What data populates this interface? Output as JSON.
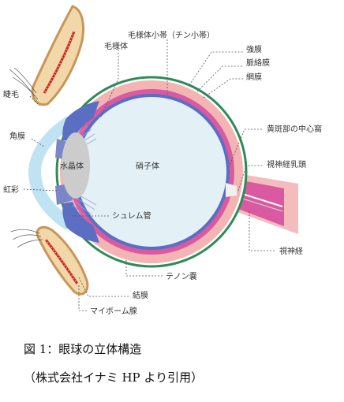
{
  "labels": {
    "zonule": "毛様体小帯（チン小帯）",
    "ciliary_body": "毛様体",
    "sclera": "強膜",
    "choroid": "脈絡膜",
    "retina": "網膜",
    "eyelash": "睫毛",
    "fovea": "黄斑部の中心窩",
    "cornea": "角膜",
    "optic_disc": "視神経乳頭",
    "lens": "水晶体",
    "vitreous": "硝子体",
    "iris": "虹彩",
    "schlemm": "シュレム管",
    "optic_nerve": "視神経",
    "tenon": "テノン嚢",
    "conjunctiva": "結膜",
    "meibomian": "マイボーム腺"
  },
  "colors": {
    "tenon": "#2e8b57",
    "sclera": "#f3b4b4",
    "choroid": "#d95aa0",
    "retina": "#5b6fc2",
    "vitreous": "#e3f1f6",
    "lens": "#cccccc",
    "cornea": "#bfe3f3",
    "eyelid": "#f2d7a8",
    "lid_edge": "#c8965a",
    "gland": "#cc2222"
  },
  "caption": {
    "line1": "図 1：眼球の立体構造",
    "line2": "（株式会社イナミ HP より引用）"
  }
}
